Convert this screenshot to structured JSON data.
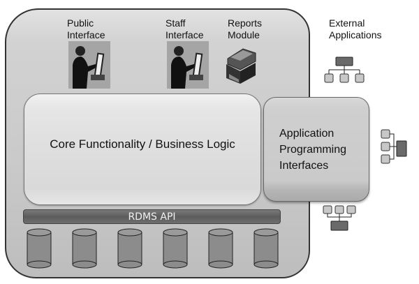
{
  "diagram": {
    "components": {
      "public_interface": {
        "label_line1": "Public",
        "label_line2": "Interface",
        "icon": "person-at-computer-icon"
      },
      "staff_interface": {
        "label_line1": "Staff",
        "label_line2": "Interface",
        "icon": "person-at-computer-icon"
      },
      "reports_module": {
        "label_line1": "Reports",
        "label_line2": "Module",
        "icon": "printer-icon"
      },
      "external_applications": {
        "label_line1": "External",
        "label_line2": "Applications",
        "icon": "hierarchy-icon"
      },
      "core": {
        "label": "Core Functionality / Business Logic"
      },
      "api": {
        "label_line1": "Application",
        "label_line2": "Programming",
        "label_line3": "Interfaces"
      },
      "rdms_api": {
        "label": "RDMS API"
      },
      "databases": {
        "count": 6,
        "icon": "database-cylinder-icon"
      }
    },
    "colors": {
      "outer_fill": "#cfcfcf",
      "core_fill": "#e0e0e0",
      "api_fill": "#cacaca",
      "rdms_bar": "#666666",
      "database_fill": "#8c8c8c",
      "hierarchy_parent": "#6a6a6a",
      "hierarchy_child": "#c8c8c8"
    }
  }
}
